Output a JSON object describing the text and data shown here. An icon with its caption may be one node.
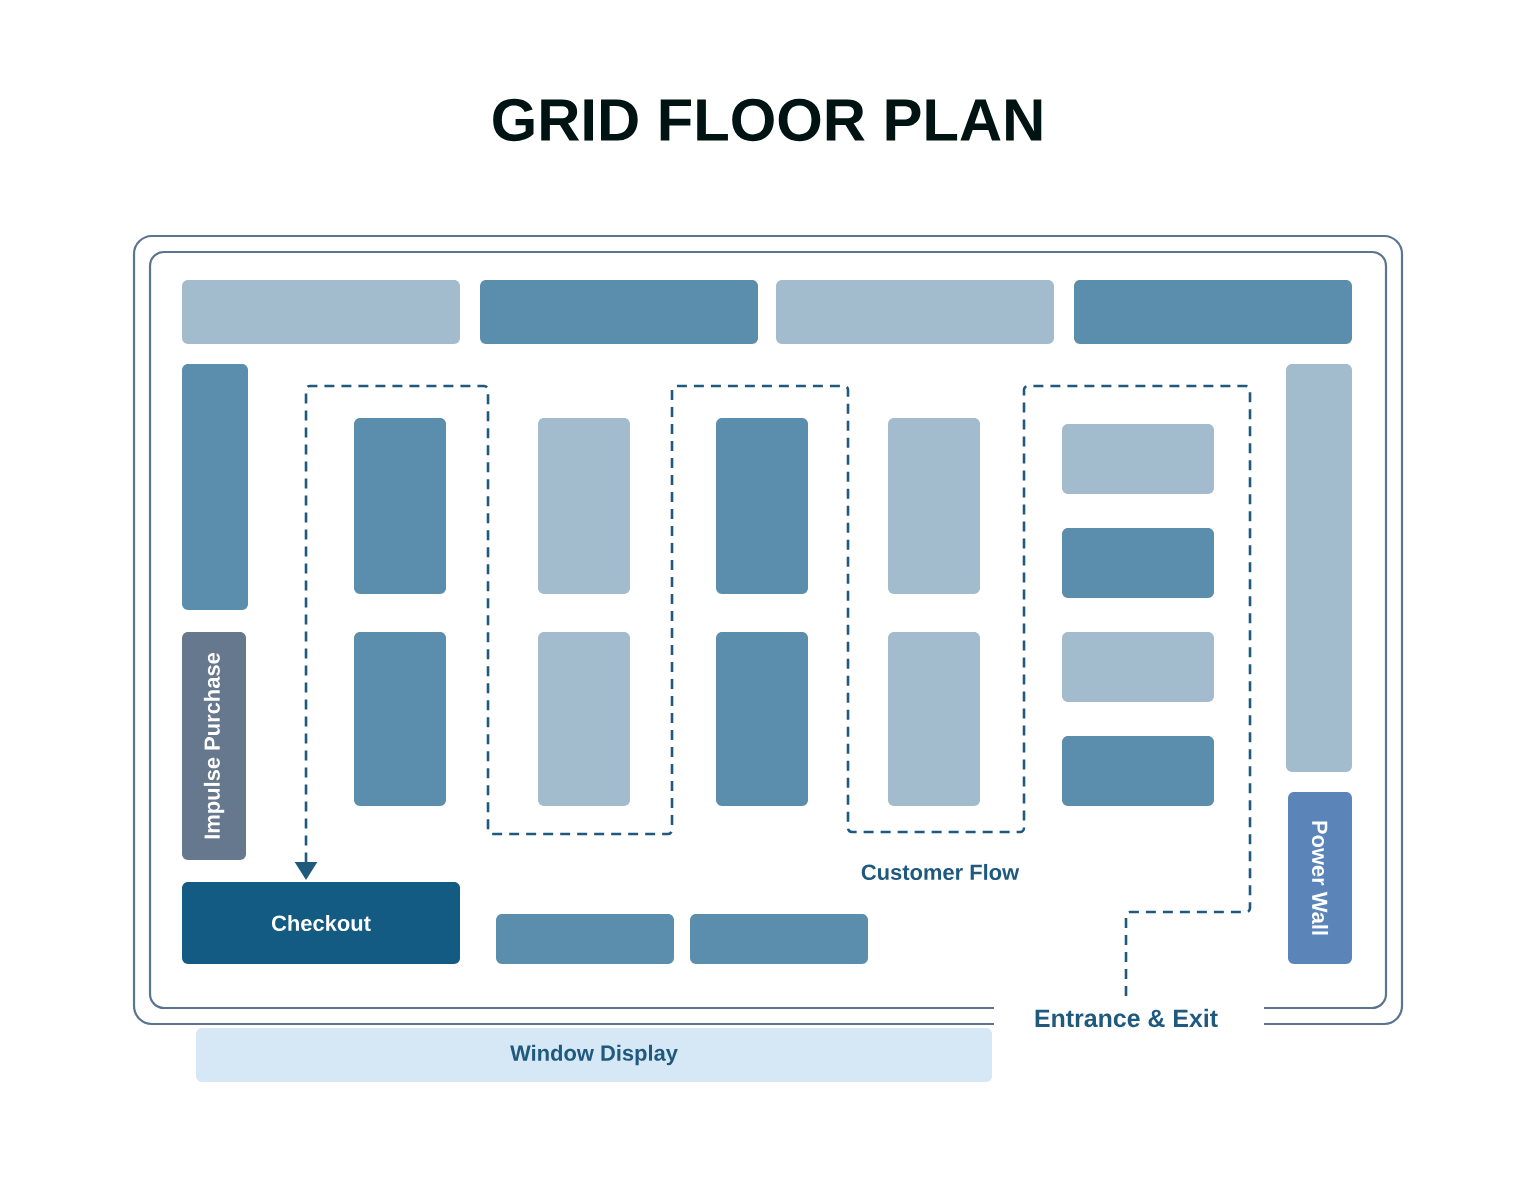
{
  "diagram": {
    "title": "GRID FLOOR PLAN",
    "nodes": [
      {
        "text": [],
        "shape": "box"
      },
      {
        "text": [],
        "shape": "box"
      },
      {
        "text": [],
        "shape": "box"
      },
      {
        "text": [],
        "shape": "box"
      },
      {
        "text": [],
        "shape": "box"
      },
      {
        "text": [
          "Impulse Purchase"
        ]
      },
      {
        "text": [],
        "shape": "box"
      },
      {
        "text": [],
        "shape": "box"
      },
      {
        "text": [],
        "shape": "box"
      },
      {
        "text": [],
        "shape": "box"
      },
      {
        "text": [],
        "shape": "box"
      },
      {
        "text": [],
        "shape": "box"
      },
      {
        "text": [],
        "shape": "box"
      },
      {
        "text": [],
        "shape": "box"
      },
      {
        "text": [],
        "shape": "box"
      },
      {
        "text": [],
        "shape": "box"
      },
      {
        "text": [],
        "shape": "box"
      },
      {
        "text": [],
        "shape": "box"
      },
      {
        "text": [],
        "shape": "box"
      },
      {
        "text": [
          "Power Wall"
        ]
      },
      {
        "text": [
          "Checkout"
        ]
      },
      {
        "text": [],
        "shape": "box"
      },
      {
        "text": [],
        "shape": "box"
      },
      {
        "text": [
          "Entrance & Exit"
        ]
      },
      {
        "text": [
          "Window Display"
        ]
      }
    ],
    "edges": [
      {
        "from": 23,
        "to": 20,
        "arrow": "to",
        "style": "dashed",
        "label": "Customer Flow"
      }
    ]
  }
}
